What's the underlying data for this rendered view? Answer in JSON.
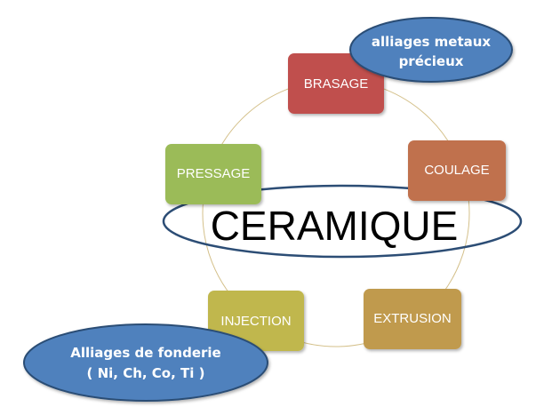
{
  "diagram": {
    "center": {
      "label": "CERAMIQUE"
    },
    "nodes": [
      {
        "id": "brasage",
        "label": "BRASAGE",
        "color": "#c0504d"
      },
      {
        "id": "coulage",
        "label": "COULAGE",
        "color": "#c0714d"
      },
      {
        "id": "extrusion",
        "label": "EXTRUSION",
        "color": "#c09a4d"
      },
      {
        "id": "injection",
        "label": "INJECTION",
        "color": "#c0b74d"
      },
      {
        "id": "pressage",
        "label": "PRESSAGE",
        "color": "#9bbb59"
      }
    ],
    "callouts": {
      "precious": {
        "line1": "alliages metaux",
        "line2": "précieux"
      },
      "foundry": {
        "line1": "Alliages de fonderie",
        "line2": "( Ni, Ch, Co, Ti )"
      }
    },
    "colors": {
      "callout_fill": "#4f81bd",
      "callout_stroke": "#2c4d75",
      "ellipse_stroke": "#2c4d75",
      "ring_stroke": "#d4c08a"
    }
  }
}
